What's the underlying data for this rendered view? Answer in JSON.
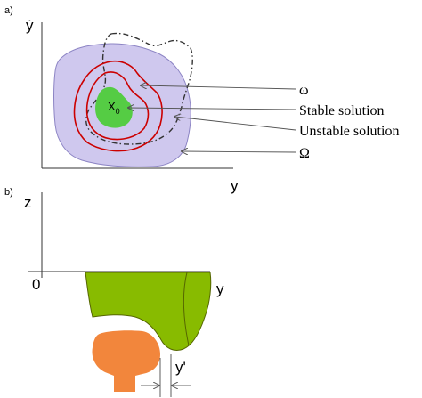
{
  "panel_a": {
    "label": "a)",
    "y_axis_label": "ẏ",
    "x_axis_label": "y",
    "point_label": "X",
    "point_subscript": "0",
    "legend": [
      "ω",
      "Stable solution",
      "Unstable solution",
      "Ω"
    ]
  },
  "panel_b": {
    "label": "b)",
    "z_axis_label": "z",
    "y_axis_label": "y",
    "origin_label": "0",
    "offset_label": "y'"
  },
  "colors": {
    "omega_region_fill": "#cfc8ee",
    "omega_region_stroke": "#8c84c4",
    "basin_fill": "#55cc44",
    "stable_curve": "#cc0000",
    "wheel_fill": "#88bb00",
    "rail_fill": "#f2863c"
  }
}
